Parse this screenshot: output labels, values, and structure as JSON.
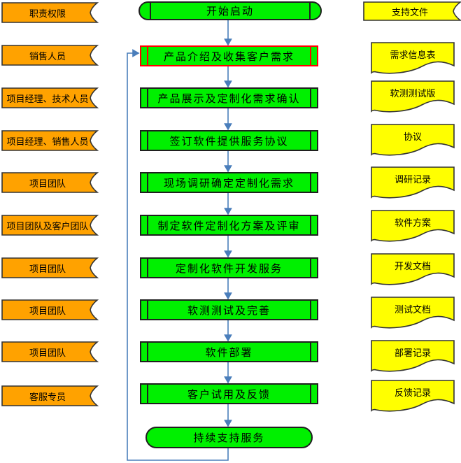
{
  "colors": {
    "role_fill": "#ffa200",
    "process_fill": "#00f000",
    "document_fill": "#ffff00",
    "highlight_border": "#ff0000",
    "connector_blue": "#4a7ebb",
    "shape_border": "#333333"
  },
  "left_column": {
    "header": "职责权限",
    "roles": [
      "销售人员",
      "项目经理、技术人员",
      "项目经理、销售人员",
      "项目团队",
      "项目团队及客户团队",
      "项目团队",
      "项目团队",
      "项目团队",
      "客服专员"
    ]
  },
  "flow": {
    "start_label": "开始启动",
    "steps": [
      "产品介绍及收集客户需求",
      "产品展示及定制化需求确认",
      "签订软件提供服务协议",
      "现场调研确定定制化需求",
      "制定软件定制化方案及评审",
      "定制化软件开发服务",
      "软测测试及完善",
      "软件部署",
      "客户试用及反馈"
    ],
    "highlighted_step": "产品介绍及收集客户需求",
    "end_label": "持续支持服务"
  },
  "right_column": {
    "header": "支持文件",
    "documents": [
      "需求信息表",
      "软测测试版",
      "协议",
      "调研记录",
      "软件方案",
      "开发文档",
      "测试文档",
      "部署记录",
      "反馈记录"
    ]
  }
}
